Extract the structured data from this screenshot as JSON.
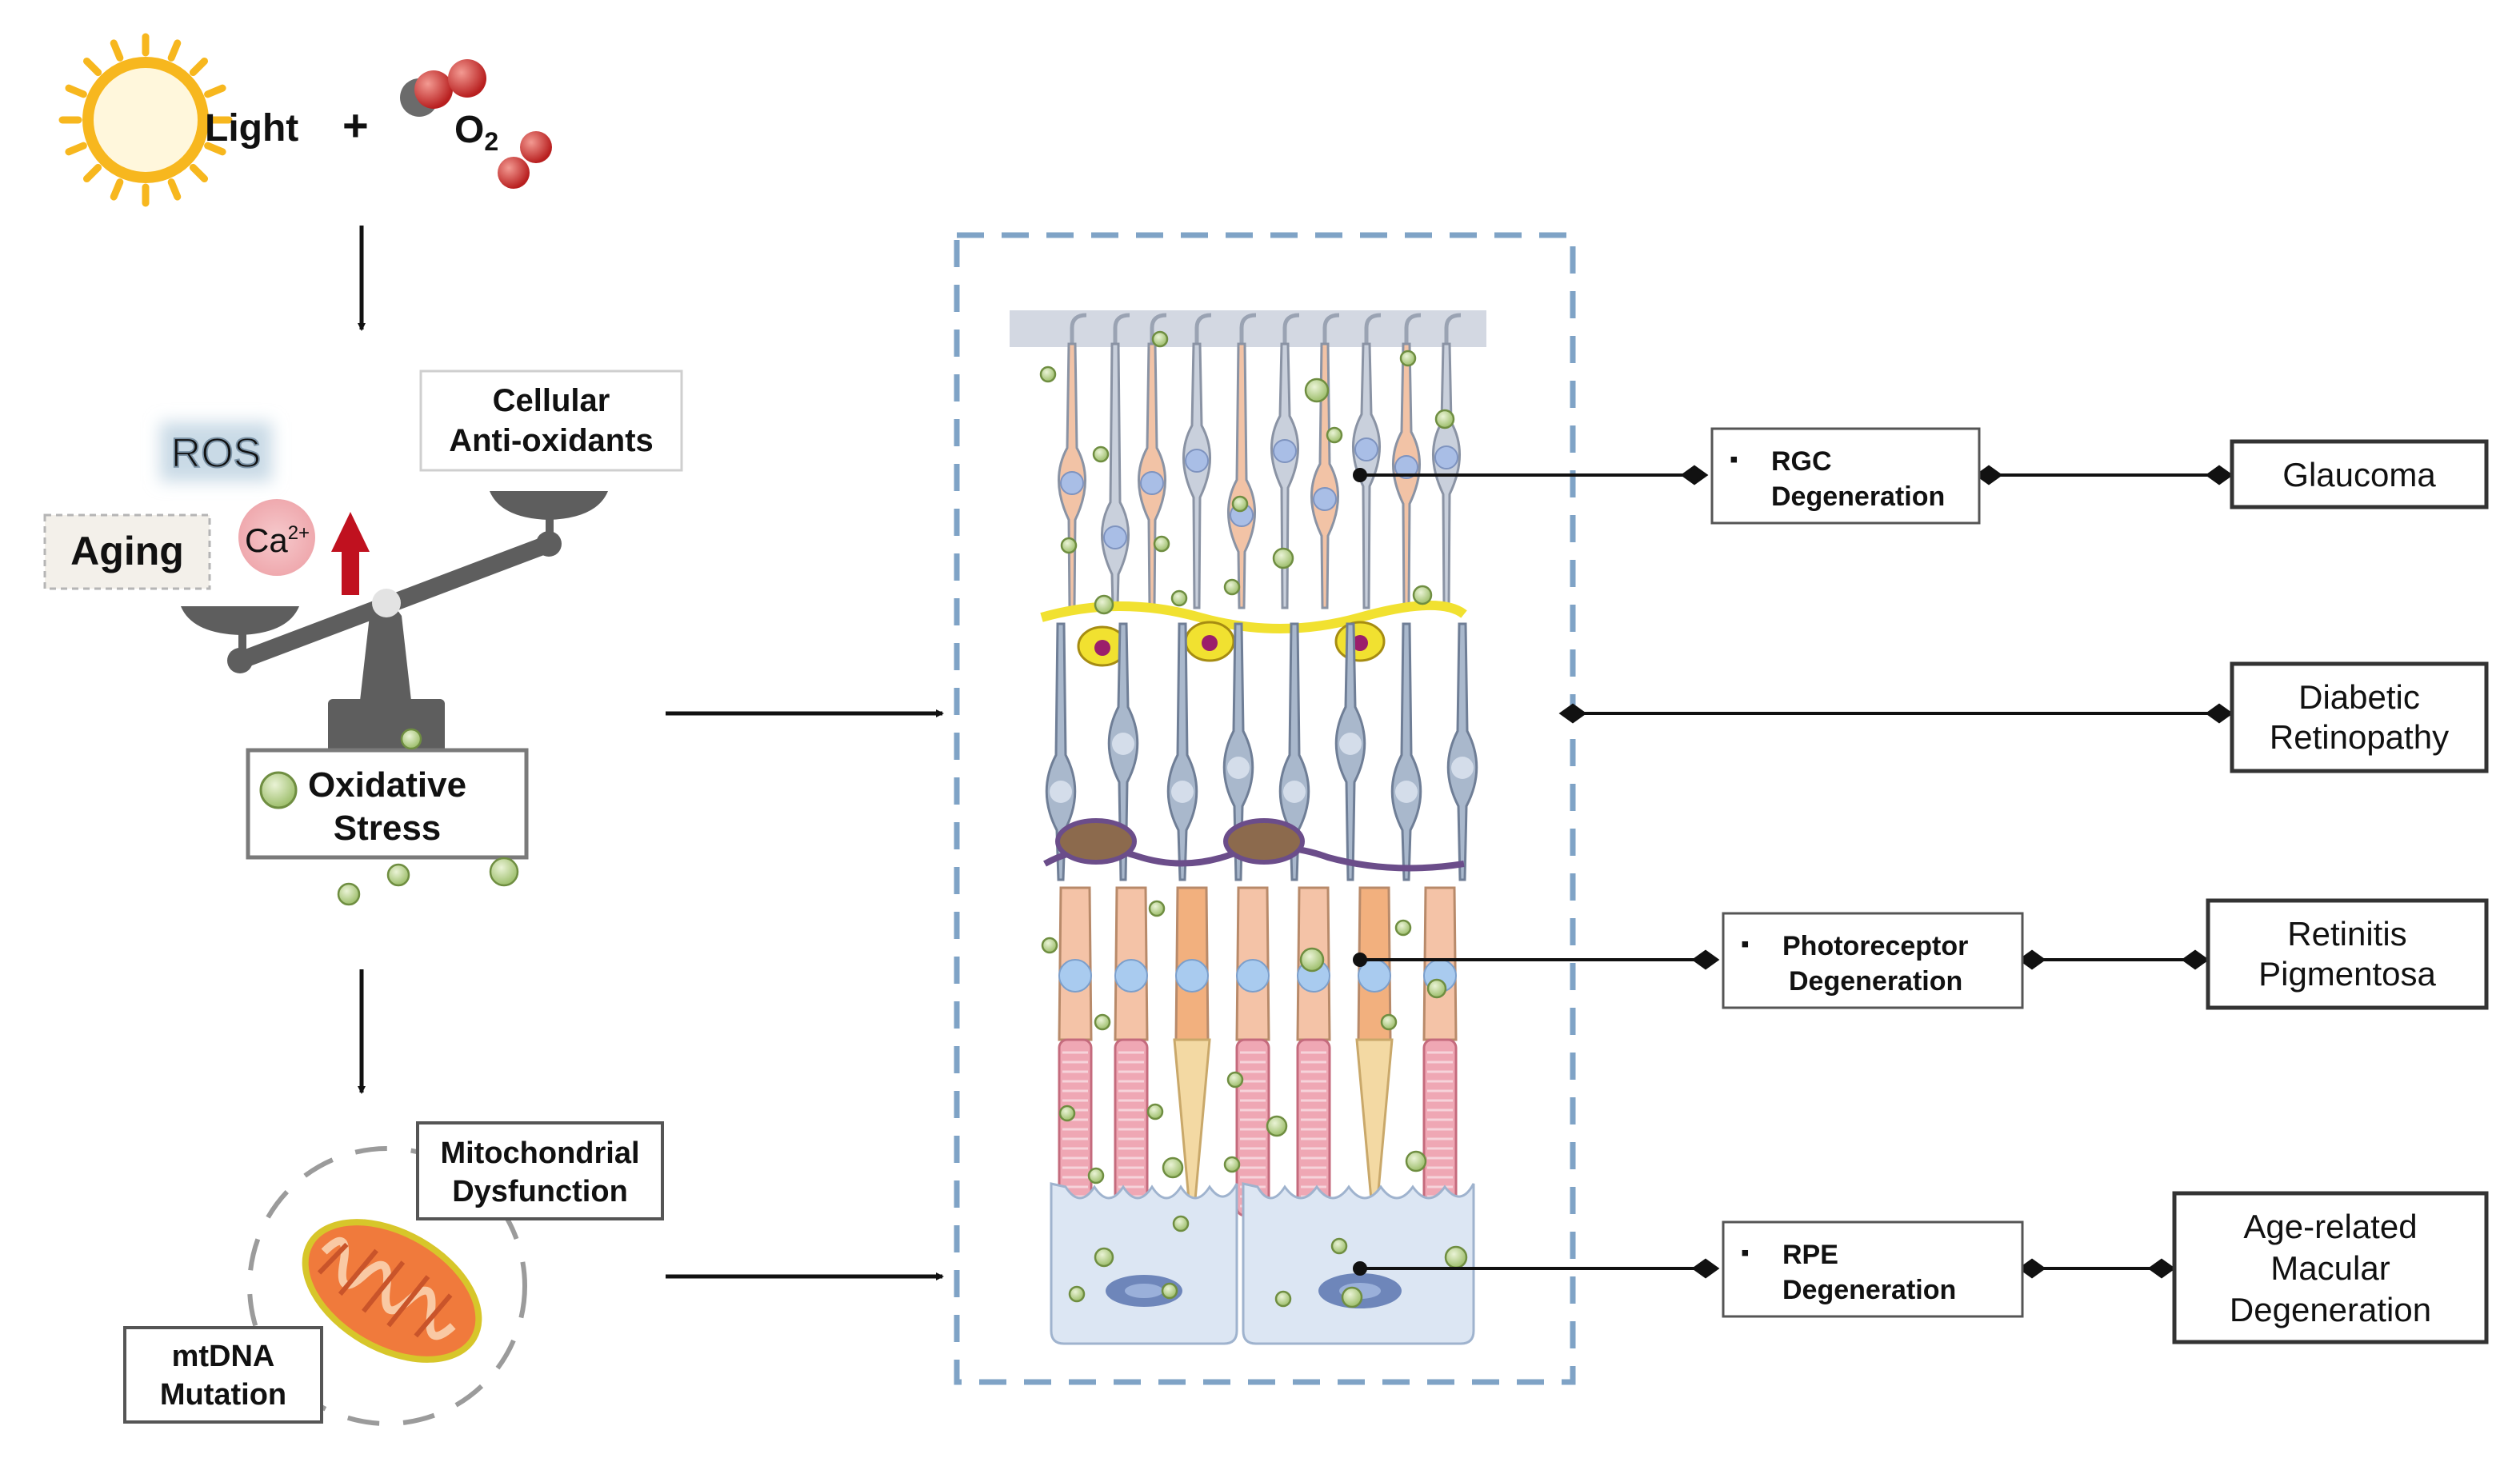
{
  "inputs": {
    "light": "Light",
    "plus": "+",
    "oxygen": "O",
    "oxygen_sub": "2"
  },
  "balance": {
    "ros": "ROS",
    "aging": "Aging",
    "calcium": "Ca",
    "calcium_sup": "2+",
    "antioxidants_line1": "Cellular",
    "antioxidants_line2": "Anti-oxidants",
    "oxidative_line1": "Oxidative",
    "oxidative_line2": "Stress"
  },
  "mito": {
    "dysfunction_line1": "Mitochondrial",
    "dysfunction_line2": "Dysfunction",
    "mutation_line1": "mtDNA",
    "mutation_line2": "Mutation"
  },
  "degeneration": [
    {
      "bullet": "▪",
      "line1": "RGC",
      "line2": "Degeneration"
    },
    {
      "bullet": "▪",
      "line1": "Photoreceptor",
      "line2": "Degeneration"
    },
    {
      "bullet": "▪",
      "line1": "RPE",
      "line2": "Degeneration"
    }
  ],
  "diseases": [
    {
      "lines": [
        "Glaucoma"
      ]
    },
    {
      "lines": [
        "Diabetic",
        "Retinopathy"
      ]
    },
    {
      "lines": [
        "Retinitis",
        "Pigmentosa"
      ]
    },
    {
      "lines": [
        "Age-related",
        "Macular",
        "Degeneration"
      ]
    }
  ],
  "colors": {
    "sun": "#F7B71E",
    "arrow_red": "#C0111F",
    "oxygen_red": "#D9332E",
    "ros_bg": "#D7E4EC",
    "dash_box": "#7FA3C6",
    "balance_gray": "#5E5E5E",
    "ros_dot": "#B9D48E",
    "mito_orange": "#F07A3C",
    "cone_orange": "#F2B07E",
    "rod_pink": "#E78B9A",
    "bipolar_blue": "#A9B8CC",
    "horizontal_yellow": "#F1E130",
    "rpe_blue": "#DCE6F3"
  }
}
